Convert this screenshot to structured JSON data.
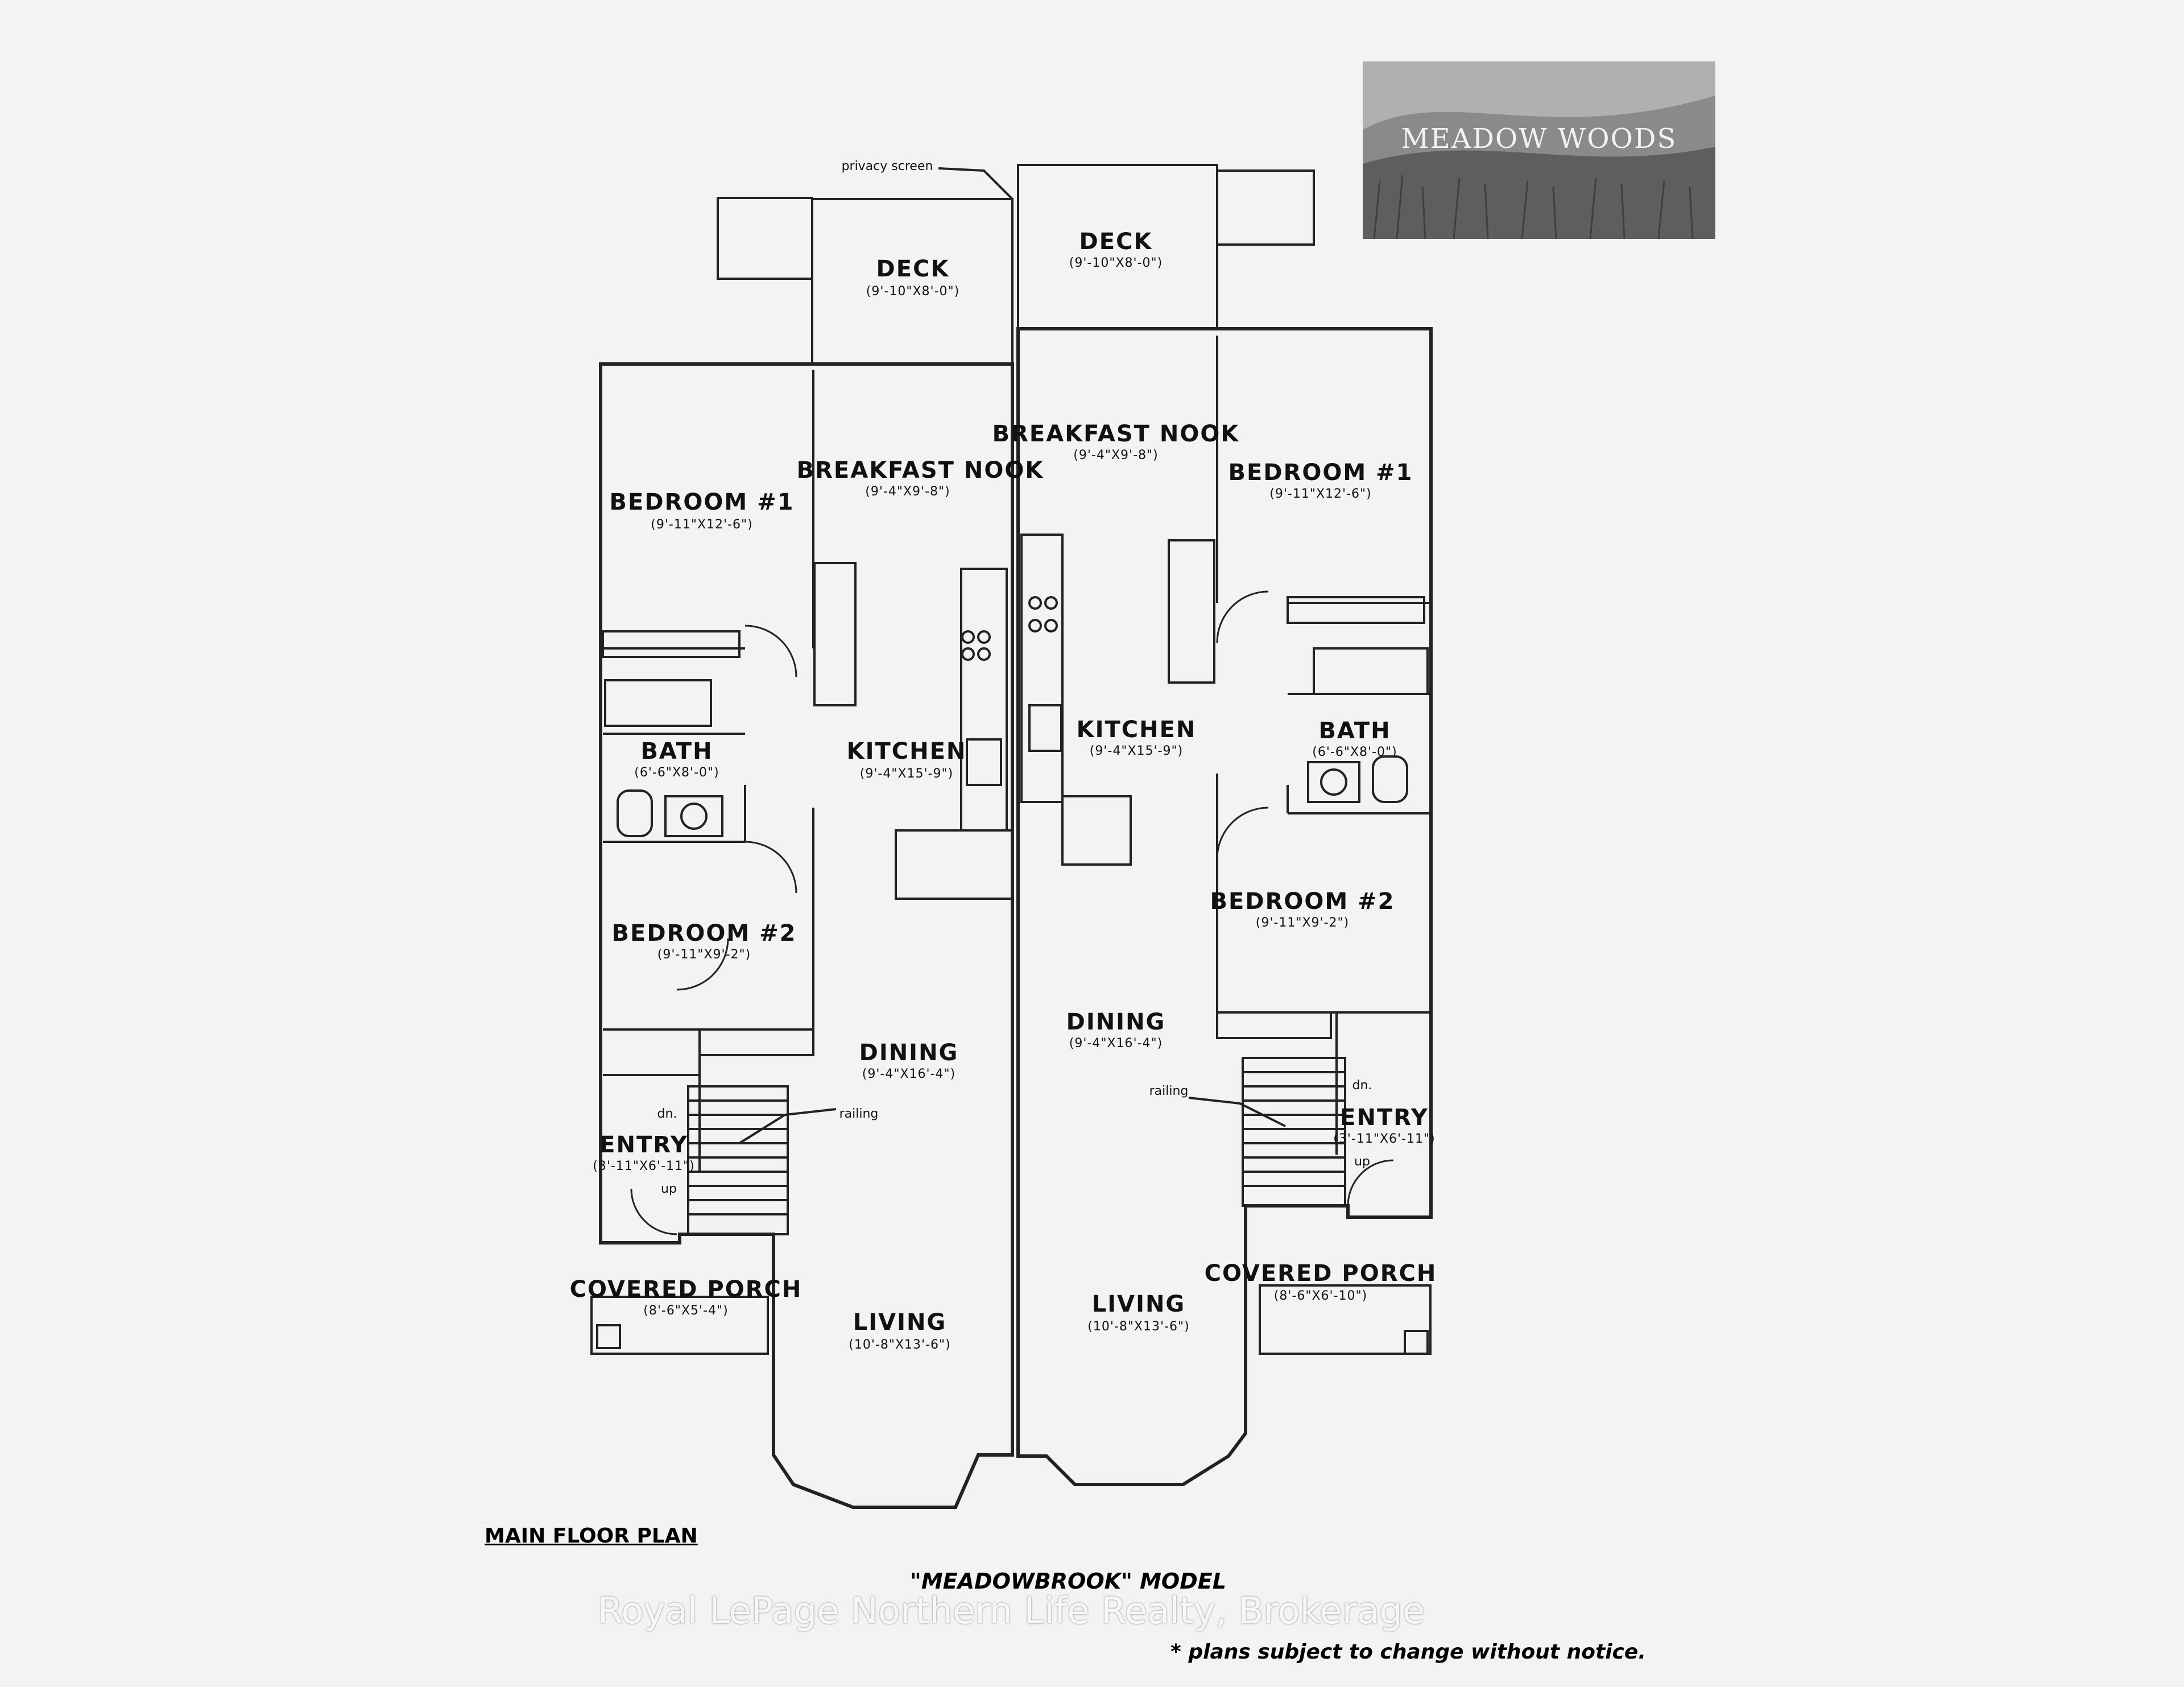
{
  "logo": {
    "text": "MEADOW WOODS"
  },
  "plan_title": "MAIN FLOOR PLAN",
  "model_name": "\"MEADOWBROOK\" MODEL",
  "watermark": "Royal LePage Northern Life Realty, Brokerage",
  "disclaimer": "* plans subject to change without notice.",
  "annotations": {
    "privacy_screen": "privacy screen",
    "railing": "railing",
    "dn": "dn.",
    "up": "up"
  },
  "left_unit": {
    "deck": {
      "name": "DECK",
      "dim": "(9'-10\"X8'-0\")"
    },
    "breakfast_nook": {
      "name": "BREAKFAST NOOK",
      "dim": "(9'-4\"X9'-8\")"
    },
    "bedroom1": {
      "name": "BEDROOM #1",
      "dim": "(9'-11\"X12'-6\")"
    },
    "bath": {
      "name": "BATH",
      "dim": "(6'-6\"X8'-0\")"
    },
    "kitchen": {
      "name": "KITCHEN",
      "dim": "(9'-4\"X15'-9\")"
    },
    "bedroom2": {
      "name": "BEDROOM #2",
      "dim": "(9'-11\"X9'-2\")"
    },
    "dining": {
      "name": "DINING",
      "dim": "(9'-4\"X16'-4\")"
    },
    "entry": {
      "name": "ENTRY",
      "dim": "(3'-11\"X6'-11\")"
    },
    "covered_porch": {
      "name": "COVERED PORCH",
      "dim": "(8'-6\"X5'-4\")"
    },
    "living": {
      "name": "LIVING",
      "dim": "(10'-8\"X13'-6\")"
    }
  },
  "right_unit": {
    "deck": {
      "name": "DECK",
      "dim": "(9'-10\"X8'-0\")"
    },
    "breakfast_nook": {
      "name": "BREAKFAST NOOK",
      "dim": "(9'-4\"X9'-8\")"
    },
    "bedroom1": {
      "name": "BEDROOM #1",
      "dim": "(9'-11\"X12'-6\")"
    },
    "bath": {
      "name": "BATH",
      "dim": "(6'-6\"X8'-0\")"
    },
    "kitchen": {
      "name": "KITCHEN",
      "dim": "(9'-4\"X15'-9\")"
    },
    "bedroom2": {
      "name": "BEDROOM #2",
      "dim": "(9'-11\"X9'-2\")"
    },
    "dining": {
      "name": "DINING",
      "dim": "(9'-4\"X16'-4\")"
    },
    "entry": {
      "name": "ENTRY",
      "dim": "(3'-11\"X6'-11\")"
    },
    "covered_porch": {
      "name": "COVERED PORCH",
      "dim": "(8'-6\"X6'-10\")"
    },
    "living": {
      "name": "LIVING",
      "dim": "(10'-8\"X13'-6\")"
    }
  }
}
